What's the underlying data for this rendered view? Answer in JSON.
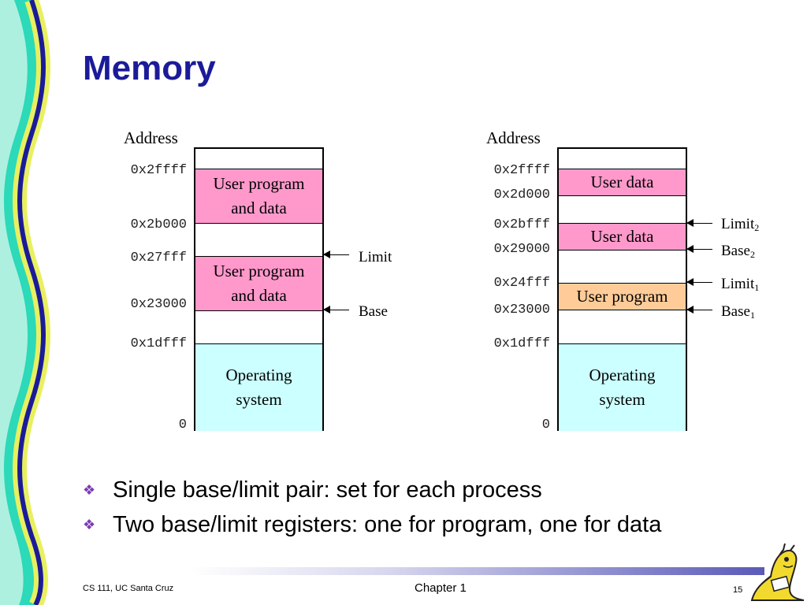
{
  "slide": {
    "title": "Memory",
    "accent_color": "#1b1b99",
    "decor_colors": [
      "#2cd9b8",
      "#e8f060",
      "#1b1b99"
    ]
  },
  "diagram_left": {
    "address_label": "Address",
    "addresses": [
      "0x2ffff",
      "0x2b000",
      "0x27fff",
      "0x23000",
      "0x1dfff",
      "0"
    ],
    "segments": [
      {
        "label_line1": "User program",
        "label_line2": "and data",
        "color": "#ff99cc"
      },
      {
        "label_line1": "User program",
        "label_line2": "and data",
        "color": "#ff99cc"
      },
      {
        "label_line1": "Operating",
        "label_line2": "system",
        "color": "#ccffff"
      }
    ],
    "markers": {
      "limit": "Limit",
      "base": "Base"
    }
  },
  "diagram_right": {
    "address_label": "Address",
    "addresses": [
      "0x2ffff",
      "0x2d000",
      "0x2bfff",
      "0x29000",
      "0x24fff",
      "0x23000",
      "0x1dfff",
      "0"
    ],
    "segments": [
      {
        "label": "User data",
        "color": "#ff99cc"
      },
      {
        "label": "User data",
        "color": "#ff99cc"
      },
      {
        "label": "User program",
        "color": "#ffcc99"
      },
      {
        "label_line1": "Operating",
        "label_line2": "system",
        "color": "#ccffff"
      }
    ],
    "markers": {
      "limit2": {
        "text": "Limit",
        "sub": "2"
      },
      "base2": {
        "text": "Base",
        "sub": "2"
      },
      "limit1": {
        "text": "Limit",
        "sub": "1"
      },
      "base1": {
        "text": "Base",
        "sub": "1"
      }
    }
  },
  "bullets": [
    {
      "icon": "diamond-bullet-icon",
      "text": "Single base/limit pair: set for each process"
    },
    {
      "icon": "diamond-bullet-icon",
      "text": "Two base/limit registers: one for program, one for data"
    }
  ],
  "footer": {
    "left": "CS 111, UC Santa Cruz",
    "center": "Chapter 1",
    "page": "15"
  }
}
